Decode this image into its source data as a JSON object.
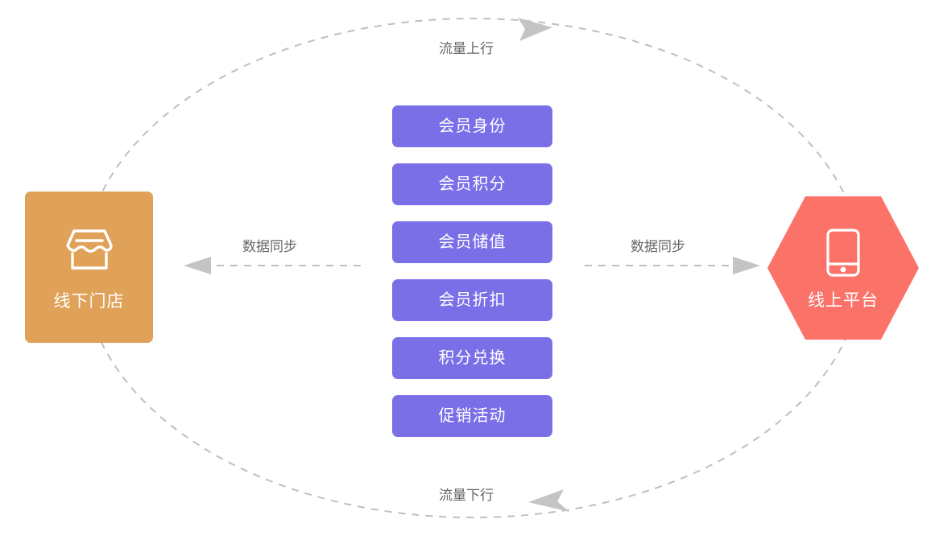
{
  "diagram": {
    "type": "cycle-flow",
    "background_color": "#FFFFFF",
    "nodes": {
      "offline_store": {
        "label": "线下门店",
        "icon": "storefront-icon",
        "shape": "rounded-rectangle",
        "color": "#E0A258",
        "text_color": "#FFFFFF"
      },
      "online_platform": {
        "label": "线上平台",
        "icon": "mobile-phone-icon",
        "shape": "hexagon",
        "color": "#FA7268",
        "text_color": "#FFFFFF"
      }
    },
    "capabilities": {
      "color": "#7B6FE8",
      "text_color": "#FFFFFF",
      "items": [
        {
          "label": "会员身份"
        },
        {
          "label": "会员积分"
        },
        {
          "label": "会员储值"
        },
        {
          "label": "会员折扣"
        },
        {
          "label": "积分兑换"
        },
        {
          "label": "促销活动"
        }
      ]
    },
    "edges": {
      "line_color": "#BFBFBF",
      "arrow_color": "#C4C4C4",
      "label_color": "#666666",
      "items": [
        {
          "id": "traffic-up",
          "label": "流量上行",
          "style": "dashed-curve",
          "direction": "offline-to-online",
          "position": "top"
        },
        {
          "id": "traffic-down",
          "label": "流量下行",
          "style": "dashed-curve",
          "direction": "online-to-offline",
          "position": "bottom"
        },
        {
          "id": "sync-to-store",
          "label": "数据同步",
          "style": "dashed-straight",
          "direction": "center-to-offline",
          "position": "middle-left"
        },
        {
          "id": "sync-to-platform",
          "label": "数据同步",
          "style": "dashed-straight",
          "direction": "center-to-online",
          "position": "middle-right"
        }
      ]
    }
  }
}
